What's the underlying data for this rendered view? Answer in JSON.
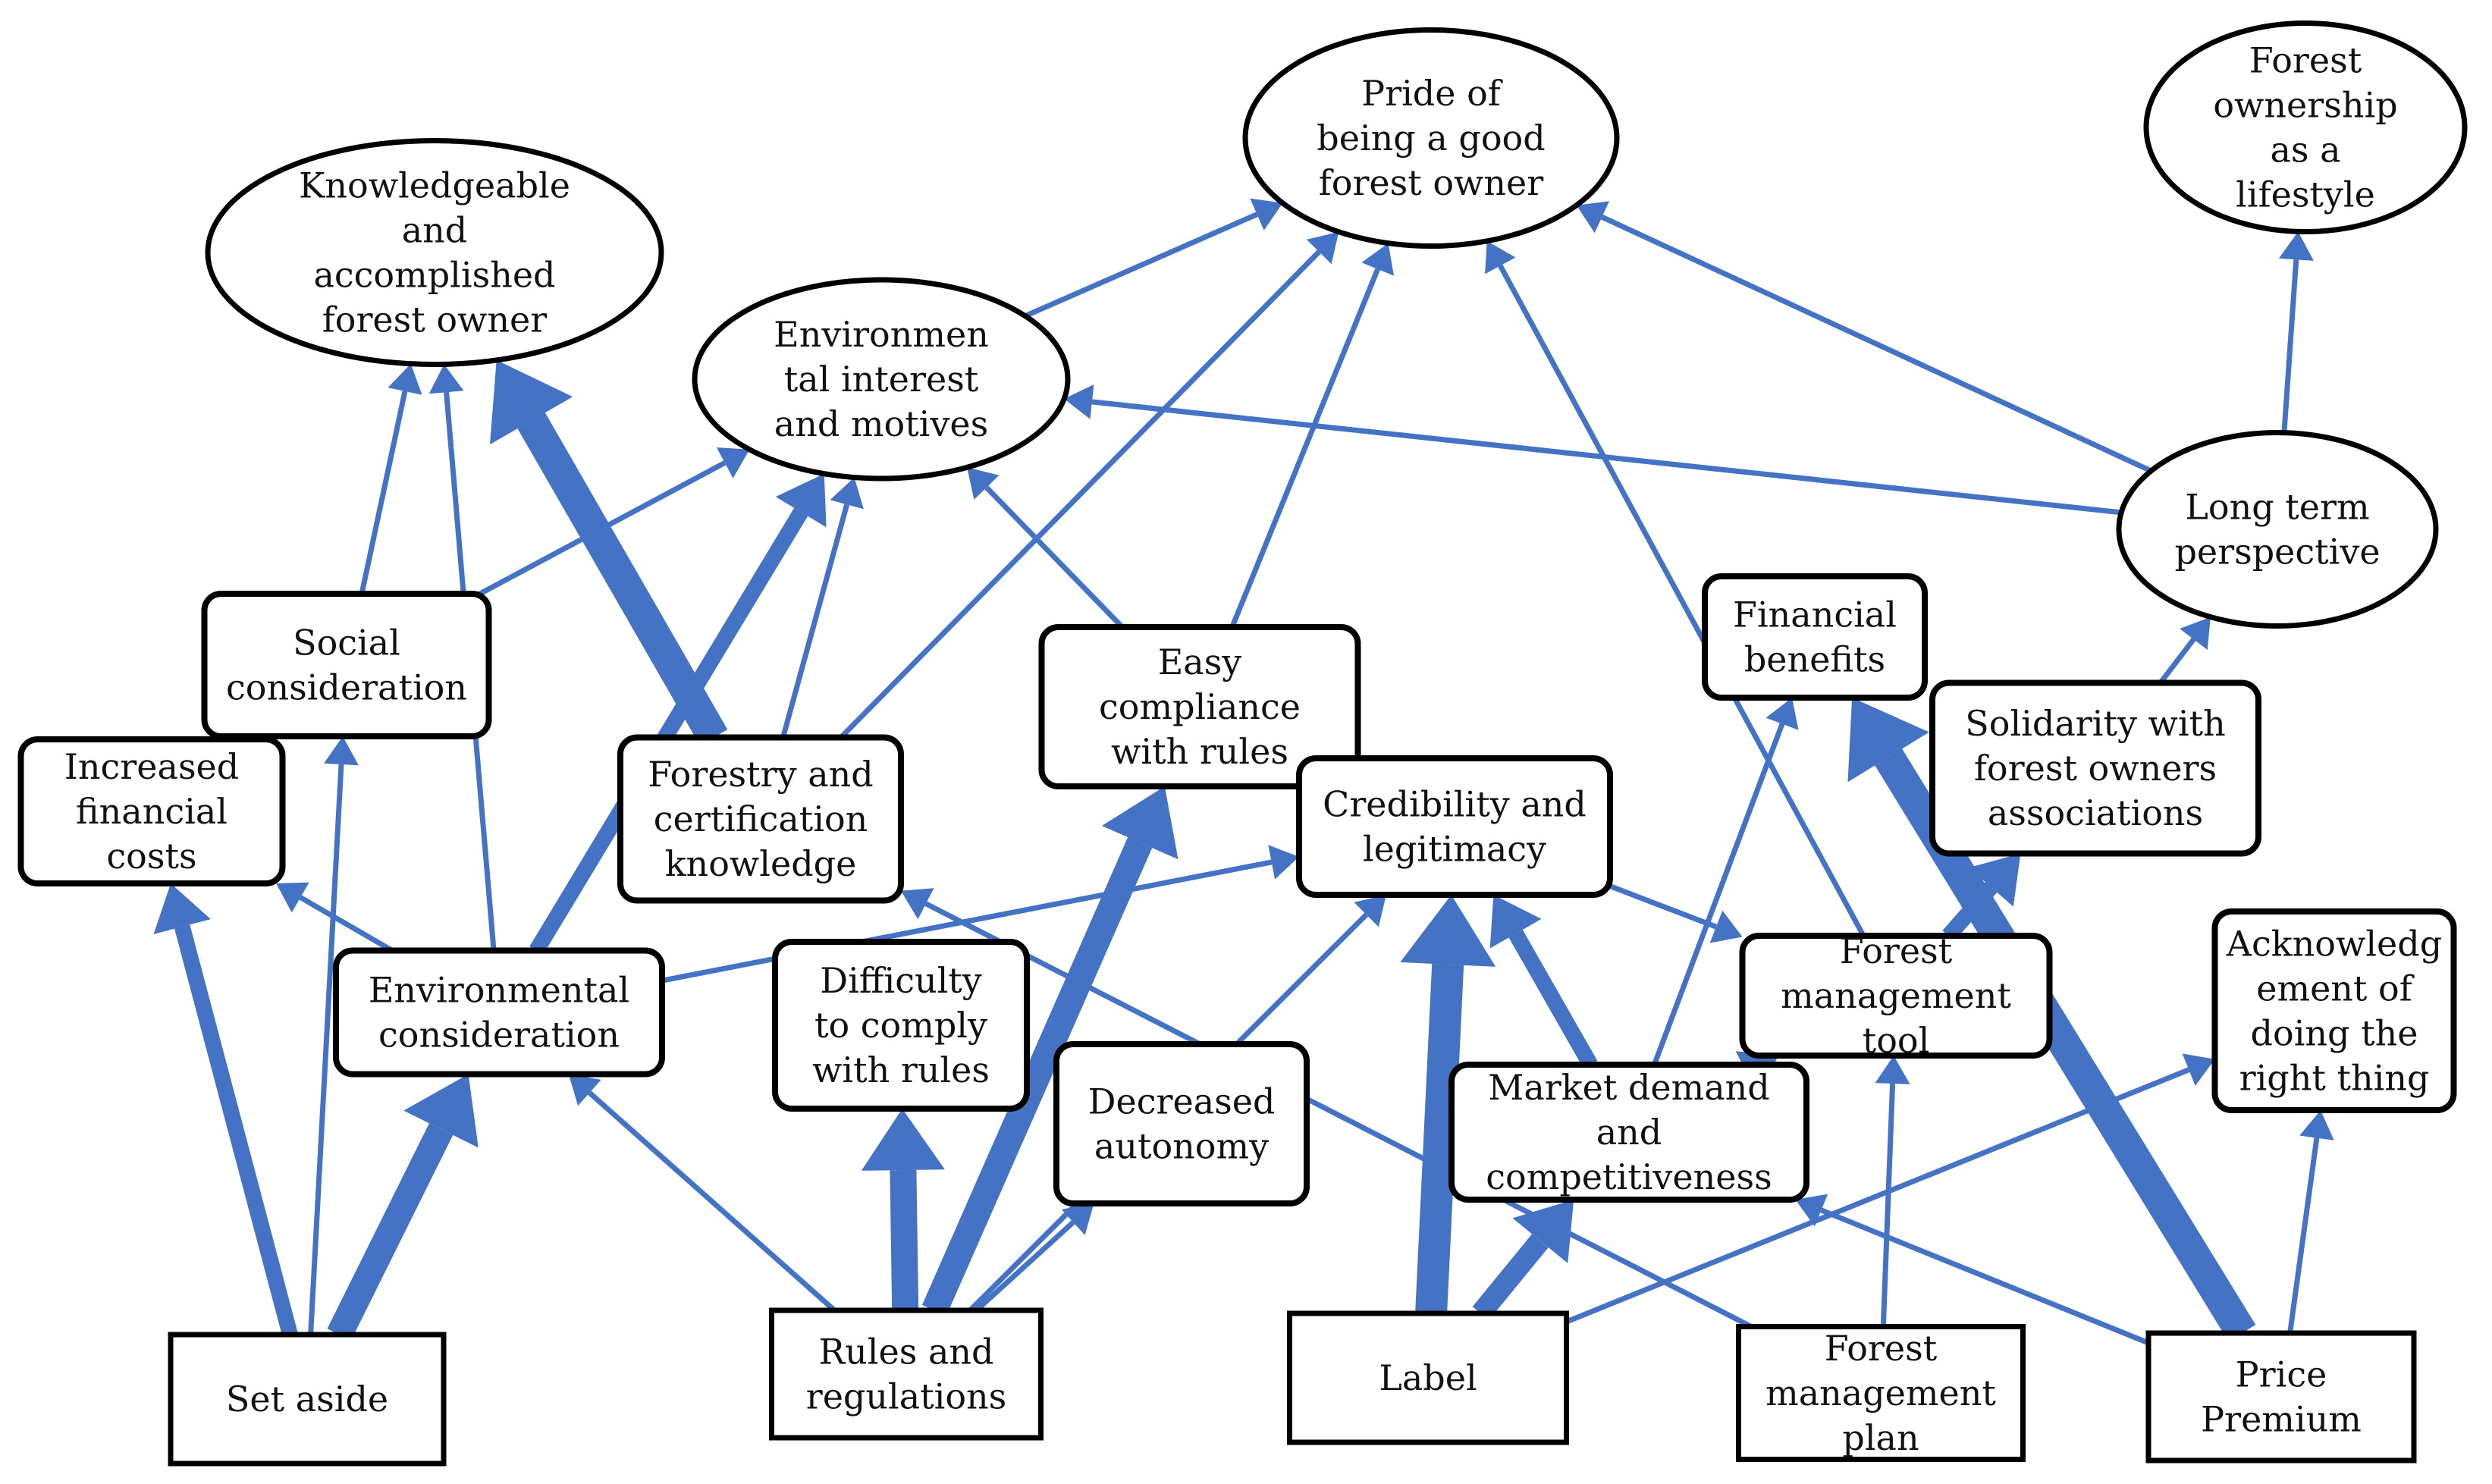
{
  "colors": {
    "edge": "#4472C4",
    "node_stroke": "#000000",
    "node_fill": "#ffffff",
    "text": "#111111"
  },
  "nodes": [
    {
      "id": "pride",
      "shape": "ellipse",
      "lines": [
        "Pride of",
        "being a good",
        "forest owner"
      ]
    },
    {
      "id": "lifestyle",
      "shape": "ellipse",
      "lines": [
        "Forest",
        "ownership",
        "as a",
        "lifestyle"
      ]
    },
    {
      "id": "knowledgeable",
      "shape": "ellipse",
      "lines": [
        "Knowledgeable",
        "and",
        "accomplished",
        "forest owner"
      ]
    },
    {
      "id": "env_interest",
      "shape": "ellipse",
      "lines": [
        "Environmen",
        "tal interest",
        "and motives"
      ]
    },
    {
      "id": "long_term",
      "shape": "ellipse",
      "lines": [
        "Long term",
        "perspective"
      ]
    },
    {
      "id": "social",
      "shape": "rounded",
      "lines": [
        "Social",
        "consideration"
      ]
    },
    {
      "id": "fin_benefits",
      "shape": "rounded",
      "lines": [
        "Financial",
        "benefits"
      ]
    },
    {
      "id": "easy",
      "shape": "rounded",
      "lines": [
        "Easy",
        "compliance",
        "with rules"
      ]
    },
    {
      "id": "increased",
      "shape": "rounded",
      "lines": [
        "Increased",
        "financial",
        "costs"
      ]
    },
    {
      "id": "forestry_knowledge",
      "shape": "rounded",
      "lines": [
        "Forestry and",
        "certification",
        "knowledge"
      ]
    },
    {
      "id": "solidarity",
      "shape": "rounded",
      "lines": [
        "Solidarity with",
        "forest owners",
        "associations"
      ]
    },
    {
      "id": "credibility",
      "shape": "rounded",
      "lines": [
        "Credibility and",
        "legitimacy"
      ]
    },
    {
      "id": "env_consideration",
      "shape": "rounded",
      "lines": [
        "Environmental",
        "consideration"
      ]
    },
    {
      "id": "difficulty",
      "shape": "rounded",
      "lines": [
        "Difficulty",
        "to comply",
        "with rules"
      ]
    },
    {
      "id": "fmt",
      "shape": "rounded",
      "lines": [
        "Forest",
        "management",
        "tool"
      ]
    },
    {
      "id": "acknowledgement",
      "shape": "rounded",
      "lines": [
        "Acknowledg",
        "ement of",
        "doing the",
        "right thing"
      ]
    },
    {
      "id": "decreased",
      "shape": "rounded",
      "lines": [
        "Decreased",
        "autonomy"
      ]
    },
    {
      "id": "market",
      "shape": "rounded",
      "lines": [
        "Market demand",
        "and",
        "competitiveness"
      ]
    },
    {
      "id": "set_aside",
      "shape": "rect",
      "lines": [
        "Set aside"
      ]
    },
    {
      "id": "rules",
      "shape": "rect",
      "lines": [
        "Rules and",
        "regulations"
      ]
    },
    {
      "id": "label",
      "shape": "rect",
      "lines": [
        "Label"
      ]
    },
    {
      "id": "fmp",
      "shape": "rect",
      "lines": [
        "Forest",
        "management",
        "plan"
      ]
    },
    {
      "id": "price",
      "shape": "rect",
      "lines": [
        "Price",
        "Premium"
      ]
    }
  ],
  "edges": [
    {
      "from": "set_aside",
      "to": "increased",
      "weight": 3
    },
    {
      "from": "set_aside",
      "to": "social",
      "weight": 1
    },
    {
      "from": "set_aside",
      "to": "env_consideration",
      "weight": 5
    },
    {
      "from": "social",
      "to": "knowledgeable",
      "weight": 1
    },
    {
      "from": "social",
      "to": "env_interest",
      "weight": 1
    },
    {
      "from": "env_consideration",
      "to": "knowledgeable",
      "weight": 1
    },
    {
      "from": "env_consideration",
      "to": "env_interest",
      "weight": 3
    },
    {
      "from": "env_consideration",
      "to": "increased",
      "weight": 1
    },
    {
      "from": "env_consideration",
      "to": "credibility",
      "weight": 1
    },
    {
      "from": "forestry_knowledge",
      "to": "knowledgeable",
      "weight": 6
    },
    {
      "from": "forestry_knowledge",
      "to": "env_interest",
      "weight": 1
    },
    {
      "from": "forestry_knowledge",
      "to": "pride",
      "weight": 1
    },
    {
      "from": "env_interest",
      "to": "pride",
      "weight": 1
    },
    {
      "from": "easy",
      "to": "pride",
      "weight": 1
    },
    {
      "from": "easy",
      "to": "env_interest",
      "weight": 1
    },
    {
      "from": "easy",
      "to": "credibility",
      "weight": 1
    },
    {
      "from": "long_term",
      "to": "pride",
      "weight": 1
    },
    {
      "from": "long_term",
      "to": "env_interest",
      "weight": 1
    },
    {
      "from": "long_term",
      "to": "lifestyle",
      "weight": 1
    },
    {
      "from": "solidarity",
      "to": "long_term",
      "weight": 1
    },
    {
      "from": "credibility",
      "to": "fmt",
      "weight": 1
    },
    {
      "from": "fmt",
      "to": "pride",
      "weight": 1
    },
    {
      "from": "rules",
      "to": "difficulty",
      "weight": 5
    },
    {
      "from": "rules",
      "to": "easy",
      "weight": 5
    },
    {
      "from": "rules",
      "to": "env_consideration",
      "weight": 1
    },
    {
      "from": "rules",
      "to": "decreased",
      "weight": 1
    },
    {
      "from": "rules",
      "to": "credibility",
      "weight": 1
    },
    {
      "from": "label",
      "to": "credibility",
      "weight": 6
    },
    {
      "from": "label",
      "to": "market",
      "weight": 4
    },
    {
      "from": "label",
      "to": "acknowledgement",
      "weight": 1
    },
    {
      "from": "market",
      "to": "credibility",
      "weight": 3
    },
    {
      "from": "market",
      "to": "fin_benefits",
      "weight": 1
    },
    {
      "from": "market",
      "to": "fmt",
      "weight": 2
    },
    {
      "from": "price",
      "to": "fin_benefits",
      "weight": 6
    },
    {
      "from": "price",
      "to": "acknowledgement",
      "weight": 1
    },
    {
      "from": "price",
      "to": "market",
      "weight": 1
    },
    {
      "from": "fmt",
      "to": "solidarity",
      "weight": 3
    },
    {
      "from": "fmp",
      "to": "fmt",
      "weight": 1
    },
    {
      "from": "fmp",
      "to": "forestry_knowledge",
      "weight": 1
    }
  ]
}
